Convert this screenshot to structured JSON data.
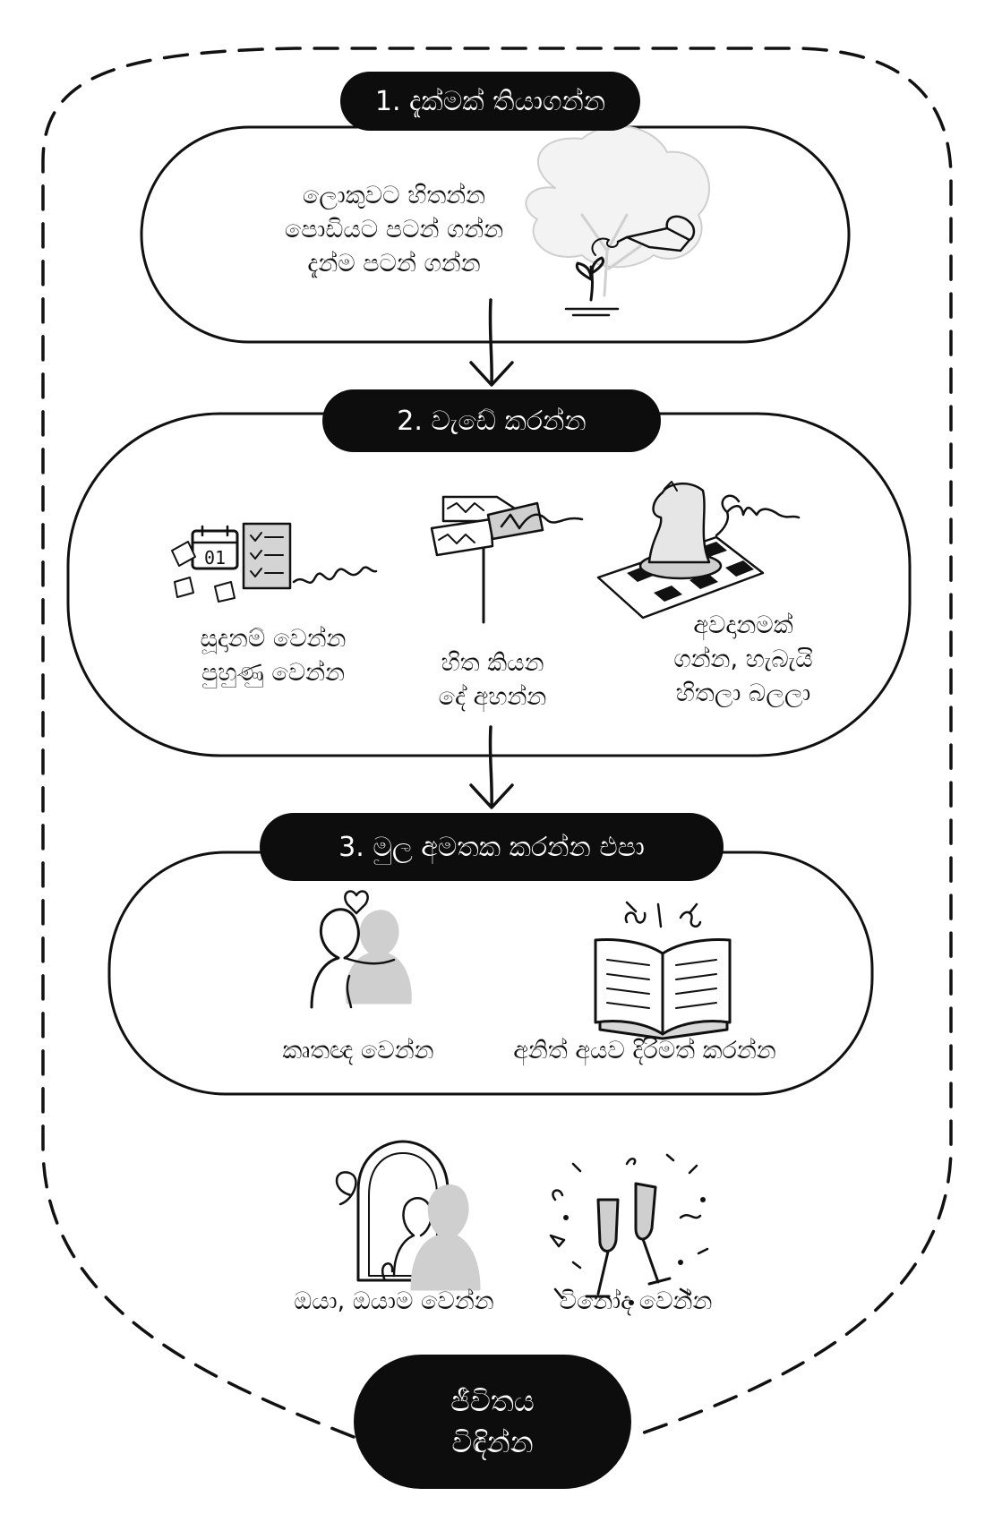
{
  "step1": {
    "title": "1. දැක්මක් තියාගන්න",
    "lines": [
      "ලොකුවට හිතන්න",
      "පොඩියට පටන් ගන්න",
      "දැන්ම පටන් ගන්න"
    ]
  },
  "step2": {
    "title": "2. වැඩේ කරන්න",
    "items": [
      {
        "line1": "සූදානම් වෙන්න",
        "line2": "පුහුණු වෙන්න"
      },
      {
        "line1": "හිත කියන",
        "line2": "දේ අහන්න"
      },
      {
        "line1": "අවදානමක්",
        "line2": "ගන්න, හැබැයි",
        "line3": "හිතලා බලලා"
      }
    ],
    "calendar_day": "01"
  },
  "step3": {
    "title": "3. මුල අමතක කරන්න එපා",
    "items": [
      {
        "label": "කෘතඥ වෙන්න"
      },
      {
        "label": "අනිත් අයව දිරිමත් කරන්න"
      }
    ]
  },
  "extras": [
    {
      "label": "ඔයා, ඔයාම වෙන්න"
    },
    {
      "label": "විනෝද වෙන්න"
    }
  ],
  "final": {
    "line1": "ජීවිතය",
    "line2": "විඳින්න"
  },
  "icons": [
    "tree-watering-icon",
    "calendar-checklist-icon",
    "signpost-icon",
    "chess-knight-icon",
    "hugging-people-icon",
    "open-book-icon",
    "mirror-icon",
    "champagne-toast-icon"
  ],
  "colors": {
    "ink": "#111111",
    "pill": "#0d0d0d",
    "shade": "#cfcfcf",
    "light": "#e2e2e2"
  }
}
